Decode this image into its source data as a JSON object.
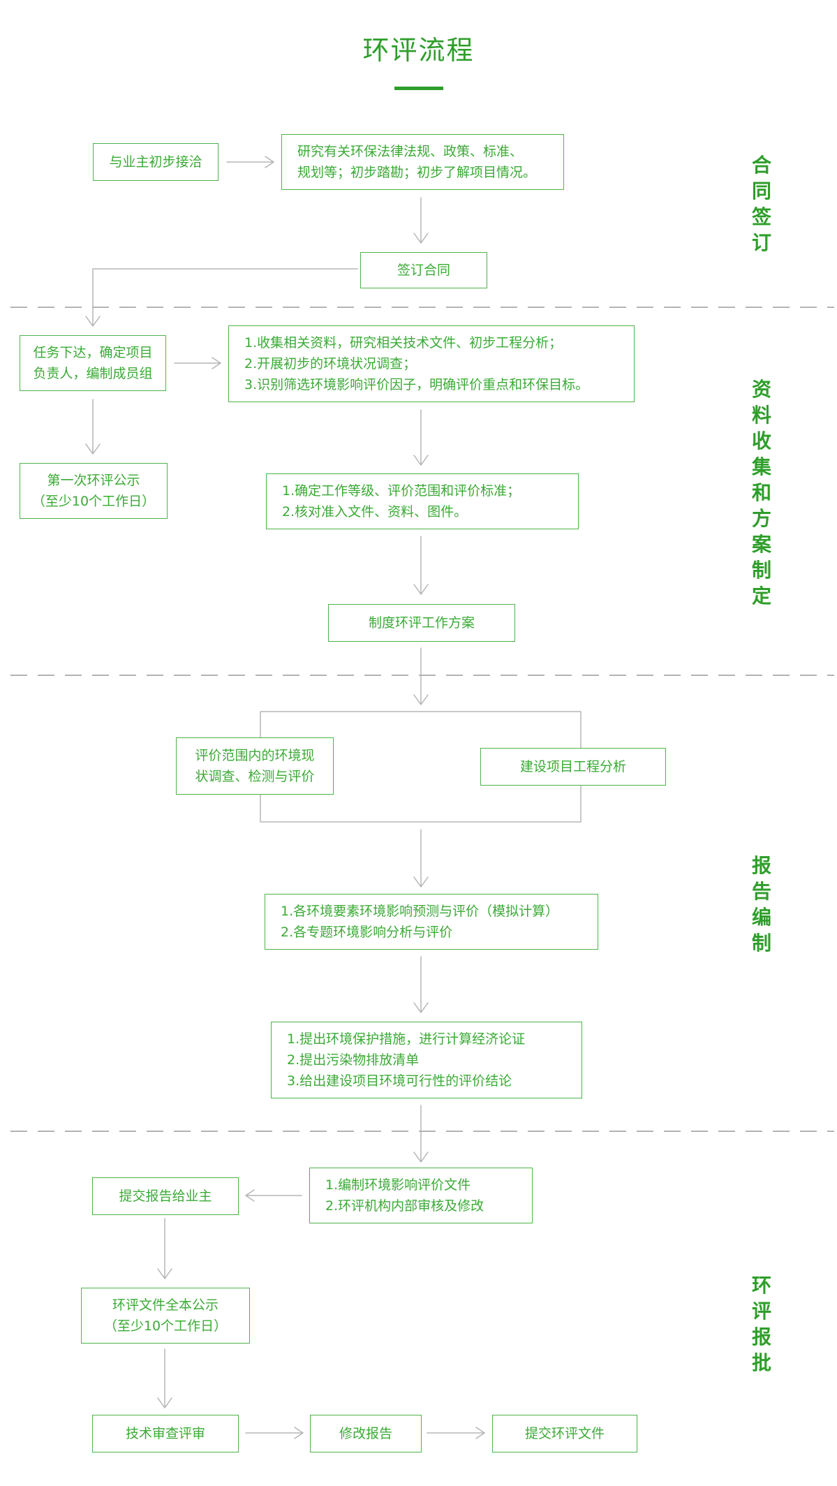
{
  "title": "环评流程",
  "colors": {
    "accent": "#3aaa35",
    "connector": "#b0b0b0",
    "divider": "#9a9a9a"
  },
  "sections": [
    {
      "id": "s1",
      "label": "合同签订"
    },
    {
      "id": "s2",
      "label": "资料收集和方案制定"
    },
    {
      "id": "s3",
      "label": "报告编制"
    },
    {
      "id": "s4",
      "label": "环评报批"
    }
  ],
  "boxes": {
    "b1": {
      "lines": [
        "与业主初步接洽"
      ]
    },
    "b2": {
      "lines": [
        "研究有关环保法律法规、政策、标准、",
        "规划等；初步踏勘；初步了解项目情况。"
      ]
    },
    "b3": {
      "lines": [
        "签订合同"
      ]
    },
    "b4": {
      "lines": [
        "任务下达，确定项目",
        "负责人，编制成员组"
      ]
    },
    "b5": {
      "lines": [
        "1.收集相关资料，研究相关技术文件、初步工程分析；",
        "2.开展初步的环境状况调查；",
        "3.识别筛选环境影响评价因子，明确评价重点和环保目标。"
      ]
    },
    "b6": {
      "lines": [
        "第一次环评公示",
        "（至少10个工作日）"
      ]
    },
    "b7": {
      "lines": [
        "1.确定工作等级、评价范围和评价标准；",
        "2.核对准入文件、资料、图件。"
      ]
    },
    "b8": {
      "lines": [
        "制度环评工作方案"
      ]
    },
    "b9": {
      "lines": [
        "评价范围内的环境现",
        "状调查、检测与评价"
      ]
    },
    "b10": {
      "lines": [
        "建设项目工程分析"
      ]
    },
    "b11": {
      "lines": [
        "1.各环境要素环境影响预测与评价（模拟计算）",
        "2.各专题环境影响分析与评价"
      ]
    },
    "b12": {
      "lines": [
        "1.提出环境保护措施，进行计算经济论证",
        "2.提出污染物排放清单",
        "3.给出建设项目环境可行性的评价结论"
      ]
    },
    "b13": {
      "lines": [
        "1.编制环境影响评价文件",
        "2.环评机构内部审核及修改"
      ]
    },
    "b14": {
      "lines": [
        "提交报告给业主"
      ]
    },
    "b15": {
      "lines": [
        "环评文件全本公示",
        "（至少10个工作日）"
      ]
    },
    "b16": {
      "lines": [
        "技术审查评审"
      ]
    },
    "b17": {
      "lines": [
        "修改报告"
      ]
    },
    "b18": {
      "lines": [
        "提交环评文件"
      ]
    }
  }
}
